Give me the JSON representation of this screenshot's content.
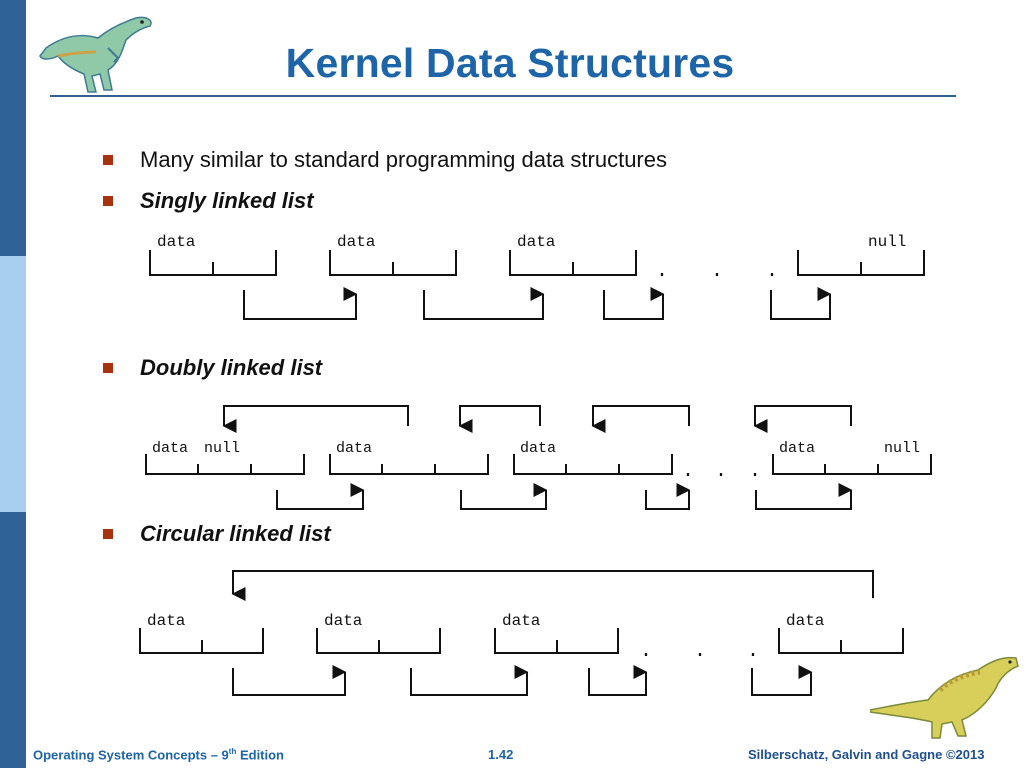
{
  "slide": {
    "title": "Kernel Data Structures",
    "bullets": [
      {
        "text": "Many similar to standard programming data structures",
        "emphasis": false
      },
      {
        "text": "Singly linked list",
        "emphasis": true
      },
      {
        "text": "Doubly linked list",
        "emphasis": true
      },
      {
        "text": "Circular linked list",
        "emphasis": true
      }
    ]
  },
  "singly": {
    "labels": [
      "data",
      "data",
      "data",
      "null"
    ],
    "ellipsis": [
      "·",
      "·",
      "·"
    ]
  },
  "doubly": {
    "labels": [
      "data",
      "null",
      "data",
      "data",
      "data",
      "null"
    ],
    "ellipsis": [
      "·",
      "·",
      "·"
    ]
  },
  "circular": {
    "labels": [
      "data",
      "data",
      "data",
      "data"
    ],
    "ellipsis": [
      "·",
      "·",
      "·"
    ]
  },
  "footer": {
    "left_pre": "Operating System Concepts – 9",
    "left_sup": "th",
    "left_post": " Edition",
    "center": "1.42",
    "right": "Silberschatz, Galvin and Gagne ©2013"
  },
  "colors": {
    "accent_blue": "#1e64a8",
    "bullet_red": "#a8320d",
    "band_dark": "#2f6296",
    "band_light": "#a9cff0"
  }
}
